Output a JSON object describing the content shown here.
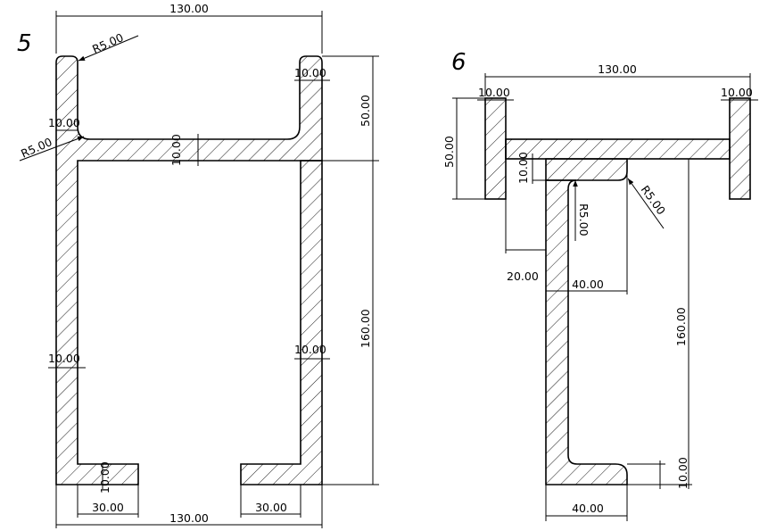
{
  "drawings": {
    "d5": {
      "number": "5",
      "top_width": "130.00",
      "radius_top": "R5.00",
      "radius_inner": "R5.00",
      "thk_left_top": "10.00",
      "thk_right_top": "10.00",
      "flange_height": "50.00",
      "web_thk": "10.00",
      "web_height": "160.00",
      "thk_left_mid": "10.00",
      "thk_right_mid": "10.00",
      "foot_thk": "10.00",
      "foot_left": "30.00",
      "bottom_width": "130.00",
      "foot_right": "30.00"
    },
    "d6": {
      "number": "6",
      "top_width": "130.00",
      "plate_left_thk": "10.00",
      "plate_right_thk": "10.00",
      "plate_height": "50.00",
      "web_thk": "10.00",
      "radius_inner": "R5.00",
      "radius_outer": "R5.00",
      "offset": "20.00",
      "cap_width": "40.00",
      "total_height": "160.00",
      "foot_thk": "10.00",
      "foot_width": "40.00"
    }
  }
}
